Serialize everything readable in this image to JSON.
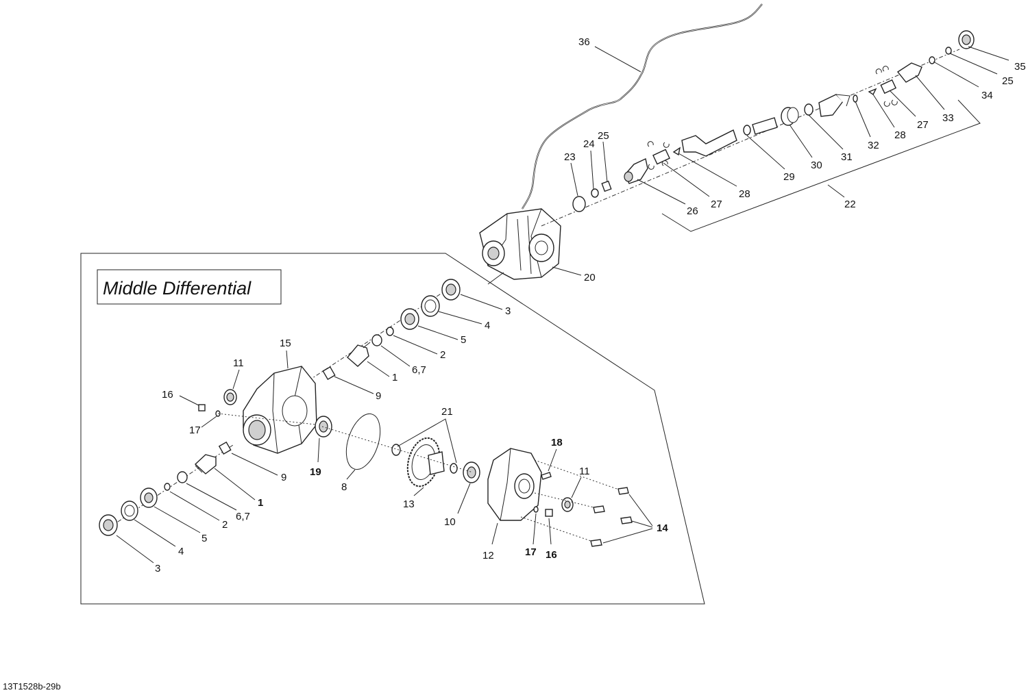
{
  "diagram": {
    "inset_title": "Middle Differential",
    "reference_code": "13T1528b-29b",
    "callouts": {
      "c1a": "1",
      "c1b": "1",
      "c2a": "2",
      "c2b": "2",
      "c3a": "3",
      "c3b": "3",
      "c4a": "4",
      "c4b": "4",
      "c5a": "5",
      "c5b": "5",
      "c67a": "6,7",
      "c67b": "6,7",
      "c8": "8",
      "c9a": "9",
      "c9b": "9",
      "c10": "10",
      "c11a": "11",
      "c11b": "11",
      "c12": "12",
      "c13": "13",
      "c14": "14",
      "c15": "15",
      "c16a": "16",
      "c16b": "16",
      "c17a": "17",
      "c17b": "17",
      "c18": "18",
      "c19": "19",
      "c20": "20",
      "c21": "21",
      "c22": "22",
      "c23": "23",
      "c24": "24",
      "c25a": "25",
      "c25b": "25",
      "c26": "26",
      "c27a": "27",
      "c27b": "27",
      "c28a": "28",
      "c28b": "28",
      "c29": "29",
      "c30": "30",
      "c31": "31",
      "c32": "32",
      "c33": "33",
      "c34": "34",
      "c35": "35",
      "c36": "36"
    }
  }
}
